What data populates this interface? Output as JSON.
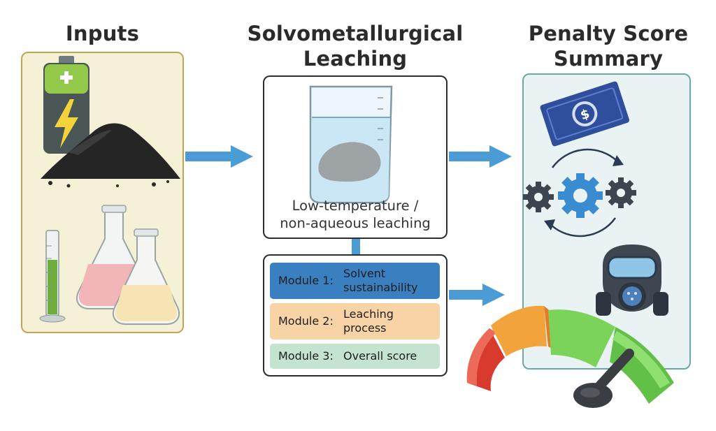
{
  "columns": {
    "inputs": {
      "title": "Inputs"
    },
    "leaching": {
      "title_line1": "Solvometallurgical",
      "title_line2": "Leaching",
      "caption_line1": "Low-temperature /",
      "caption_line2": "non-aqueous leaching"
    },
    "summary": {
      "title_line1": "Penalty Score",
      "title_line2": "Summary"
    }
  },
  "modules": [
    {
      "number": "Module 1:",
      "text_line1": "Solvent",
      "text_line2": "sustainability",
      "color": "#3a7fc0"
    },
    {
      "number": "Module 2:",
      "text_line1": "Leaching",
      "text_line2": "process",
      "color": "#f8d3a6"
    },
    {
      "number": "Module 3:",
      "text_line1": "Overall score",
      "text_line2": "",
      "color": "#c4e4cf"
    }
  ],
  "icons": {
    "battery": "battery-icon",
    "black_mass": "black-mass-pile-icon",
    "cylinder": "graduated-cylinder-icon",
    "flask_pink": "pink-flask-icon",
    "flask_yellow": "yellow-flask-icon",
    "beaker": "beaker-icon",
    "money": "money-bill-icon",
    "gears": "gears-cycle-icon",
    "gas_mask": "gas-mask-icon",
    "gauge": "score-gauge-icon"
  },
  "colors": {
    "arrow": "#4a9bd6",
    "inputs_border": "#c2a455",
    "summary_border": "#6aa9a6"
  }
}
